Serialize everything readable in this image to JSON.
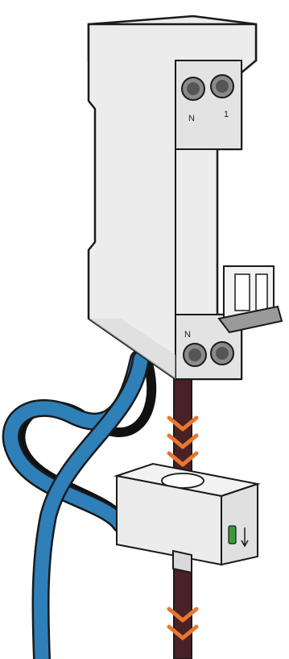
{
  "breaker": {
    "neutral_top_label": "N",
    "phase_top_label": "1",
    "neutral_bottom_label": "N"
  },
  "colors": {
    "outline": "#1a1a1a",
    "body": "#ececec",
    "body_shade": "#d9d9d9",
    "terminal": "#8a8a8a",
    "terminal_dark": "#555555",
    "blue_cable": "#2f7fb8",
    "blue_cable_dark": "#1d5f8f",
    "brown_cable": "#4a2226",
    "brown_cable_light": "#6a343a",
    "black_cable": "#111111",
    "arrow": "#e8772e",
    "led": "#3a9a3a"
  },
  "icons": {
    "current_direction": "downward-chevron-arrows",
    "sensor_direction": "down-arrow"
  }
}
